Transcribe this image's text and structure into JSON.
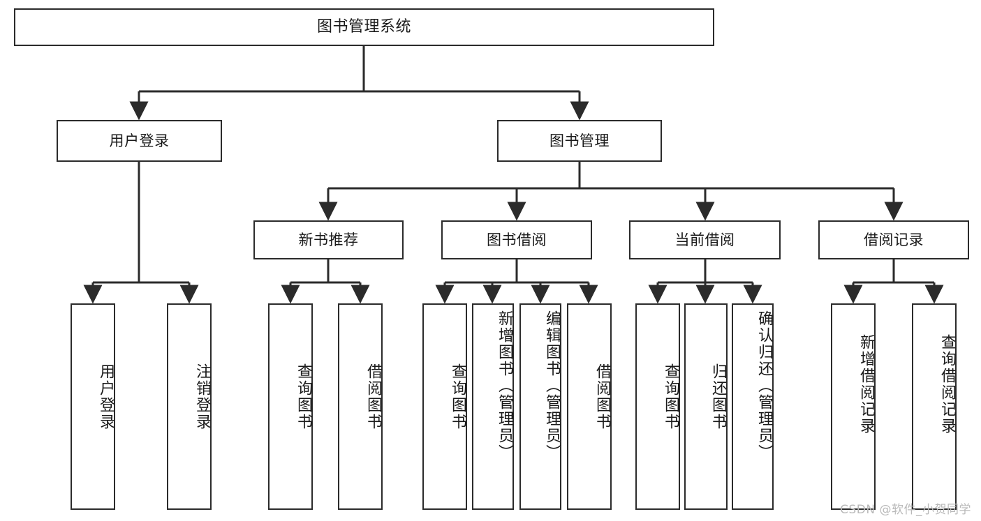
{
  "diagram": {
    "title": "图书管理系统",
    "type": "tree-hierarchy-chart",
    "watermark": "CSDN @软件_小贺同学",
    "colors": {
      "stroke": "#2b2b2b",
      "fill": "#ffffff",
      "text": "#1a1a1a",
      "watermark": "#b9b9b9"
    },
    "levels": {
      "root": {
        "label": "图书管理系统"
      },
      "level1": [
        {
          "id": "user-login",
          "label": "用户登录"
        },
        {
          "id": "book-manage",
          "label": "图书管理"
        }
      ],
      "level2": [
        {
          "id": "new-book-recommend",
          "label": "新书推荐",
          "parent": "book-manage"
        },
        {
          "id": "book-borrow",
          "label": "图书借阅",
          "parent": "book-manage"
        },
        {
          "id": "current-borrow",
          "label": "当前借阅",
          "parent": "book-manage"
        },
        {
          "id": "borrow-record",
          "label": "借阅记录",
          "parent": "book-manage"
        }
      ],
      "leaves": [
        {
          "id": "leaf-user-login",
          "label": "用户登录",
          "parent": "user-login"
        },
        {
          "id": "leaf-logout-login",
          "label": "注销登录",
          "parent": "user-login"
        },
        {
          "id": "leaf-query-book-1",
          "label": "查询图书",
          "parent": "new-book-recommend"
        },
        {
          "id": "leaf-borrow-book-1",
          "label": "借阅图书",
          "parent": "new-book-recommend"
        },
        {
          "id": "leaf-query-book-2",
          "label": "查询图书",
          "parent": "book-borrow"
        },
        {
          "id": "leaf-add-book",
          "label": "新增图书（管理员）",
          "parent": "book-borrow"
        },
        {
          "id": "leaf-edit-book",
          "label": "编辑图书（管理员）",
          "parent": "book-borrow"
        },
        {
          "id": "leaf-borrow-book-2",
          "label": "借阅图书",
          "parent": "book-borrow"
        },
        {
          "id": "leaf-query-book-3",
          "label": "查询图书",
          "parent": "current-borrow"
        },
        {
          "id": "leaf-return-book",
          "label": "归还图书",
          "parent": "current-borrow"
        },
        {
          "id": "leaf-confirm-return",
          "label": "确认归还（管理员）",
          "parent": "current-borrow"
        },
        {
          "id": "leaf-add-record",
          "label": "新增借阅记录",
          "parent": "borrow-record"
        },
        {
          "id": "leaf-query-record",
          "label": "查询借阅记录",
          "parent": "borrow-record"
        }
      ]
    }
  }
}
